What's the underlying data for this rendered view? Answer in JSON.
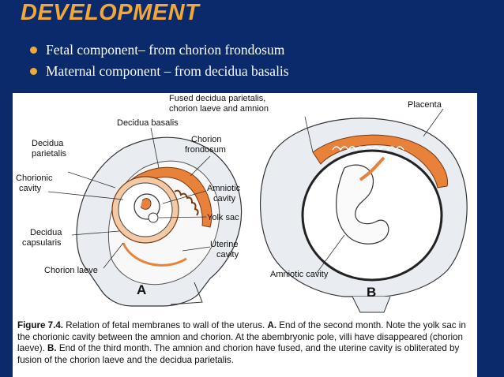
{
  "slide": {
    "title": "DEVELOPMENT",
    "bullets": [
      "Fetal component– from chorion frondosum",
      "Maternal component – from decidua basalis"
    ]
  },
  "figure": {
    "labels": {
      "fused_line1": "Fused decidua parietalis,",
      "fused_line2": "chorion laeve and amnion",
      "placenta": "Placenta",
      "decidua_basalis": "Decidua basalis",
      "chorion_frondosum_1": "Chorion",
      "chorion_frondosum_2": "frondosum",
      "decidua_parietalis_1": "Decidua",
      "decidua_parietalis_2": "parietalis",
      "chorionic_cavity_1": "Chorionic",
      "chorionic_cavity_2": "cavity",
      "amniotic_cavity_a_1": "Amniotic",
      "amniotic_cavity_a_2": "cavity",
      "yolk_sac": "Yolk sac",
      "decidua_capsularis_1": "Decidua",
      "decidua_capsularis_2": "capsularis",
      "uterine_cavity_1": "Uterine",
      "uterine_cavity_2": "cavity",
      "chorion_laeve": "Chorion laeve",
      "amniotic_cavity_b": "Amniotic cavity",
      "panel_a": "A",
      "panel_b": "B"
    },
    "caption": {
      "figure_label": "Figure 7.4.",
      "text_1": "Relation of fetal membranes to wall of the uterus.",
      "panel_a_letter": "A.",
      "text_2": "End of the second month. Note the yolk sac in the chorionic cavity between the amnion and chorion. At the abembryonic pole, villi have disappeared (chorion laeve).",
      "panel_b_letter": "B.",
      "text_3": "End of the third month. The amnion and chorion have fused, and the uterine cavity is obliterated by fusion of the chorion laeve and the decidua parietalis."
    }
  },
  "colors": {
    "background": "#0a2a6b",
    "title": "#f0a83a",
    "bullet": "#f0a83a",
    "placenta_orange": "#e8823a"
  }
}
